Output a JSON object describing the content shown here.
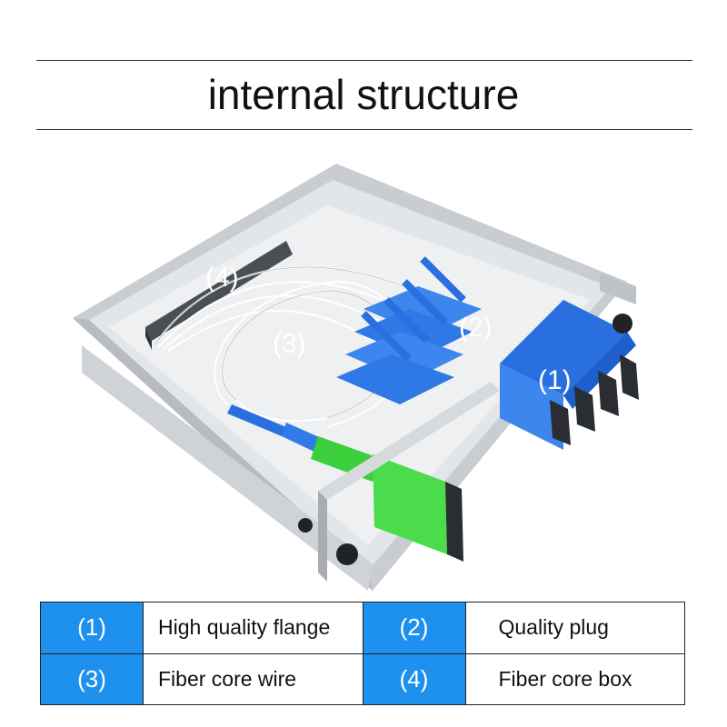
{
  "title": "internal structure",
  "callouts": {
    "c1": "(1)",
    "c2": "(2)",
    "c3": "(3)",
    "c4": "(4)"
  },
  "legend": {
    "rows": [
      {
        "num_a": "(1)",
        "label_a": "High quality flange",
        "num_b": "(2)",
        "label_b": "Quality plug"
      },
      {
        "num_a": "(3)",
        "label_a": "Fiber core wire",
        "num_b": "(4)",
        "label_b": "Fiber core box"
      }
    ]
  },
  "colors": {
    "accent": "#1e90ee",
    "connector_blue": "#2a6fe0",
    "connector_green": "#3ccf3c",
    "housing": "#d9dcdf"
  }
}
